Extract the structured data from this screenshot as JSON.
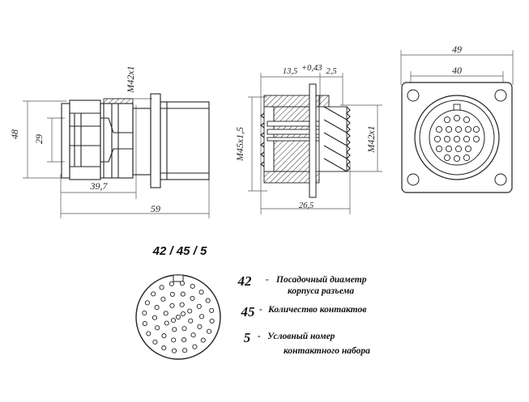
{
  "dimensions": {
    "side_view": {
      "length_total": "59",
      "length_body": "39,7",
      "height_outer": "48",
      "height_inner": "29",
      "thread": "M42x1"
    },
    "section_view": {
      "gap": "13,5",
      "gap_tol": "+0,43",
      "flange": "2,5",
      "thread_outer": "M45x1,5",
      "thread_inner": "M42x1",
      "depth": "26,5"
    },
    "front_view": {
      "width_outer": "49",
      "width_inner": "40"
    }
  },
  "code": {
    "title": "42 / 45 / 5",
    "legend": [
      {
        "num": "42",
        "dash": "-",
        "line1": "Посадочный диаметр",
        "line2": "корпуса разъема"
      },
      {
        "num": "45",
        "dash": "-",
        "line1": "Количество контактов",
        "line2": ""
      },
      {
        "num": "5",
        "dash": "-",
        "line1": "Условный номер",
        "line2": "контактного набора"
      }
    ]
  }
}
